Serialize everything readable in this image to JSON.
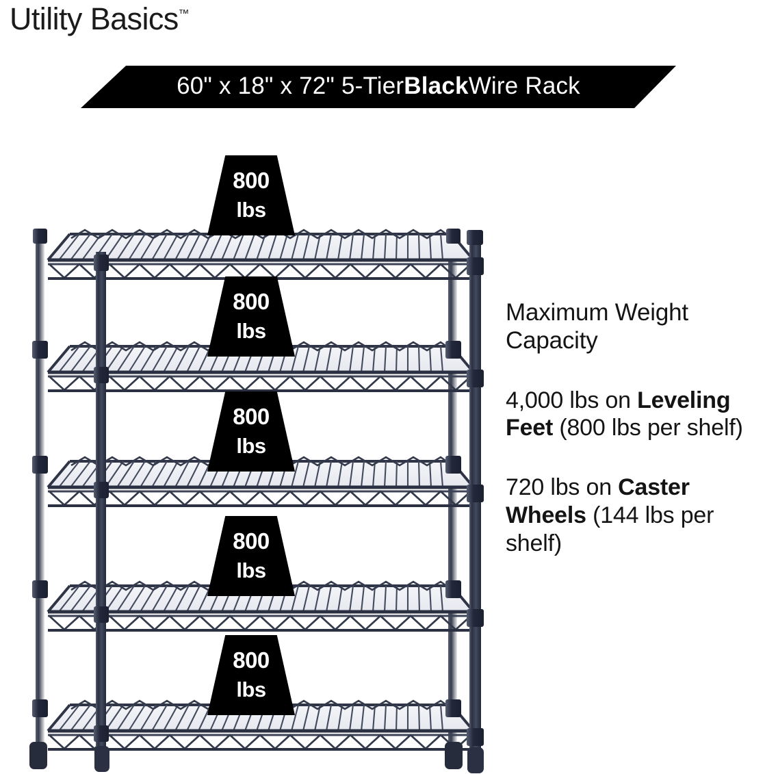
{
  "brand": {
    "name": "Utility Basics",
    "trademark": "™"
  },
  "banner": {
    "full_text": "60\" x 18\" x 72\" 5-Tier Black Wire Rack",
    "pre": "60\" x 18\" x 72\" 5-Tier ",
    "emphasis": "Black",
    "post": " Wire Rack",
    "background_color": "#000000",
    "text_color": "#ffffff"
  },
  "product": {
    "dimensions": "60\" x 18\" x 72\"",
    "tiers": "5-Tier",
    "color": "Black",
    "type": "Wire Rack",
    "rack_color_hex": "#3a4152"
  },
  "callouts": {
    "heading_line1": "Maximum Weight",
    "heading_line2": "Capacity",
    "items": [
      {
        "pre": "4,000 lbs on ",
        "emphasis": "Leveling Feet",
        "post": " (800 lbs per shelf)",
        "total": "4,000 lbs",
        "per_shelf": "800 lbs",
        "support": "Leveling Feet"
      },
      {
        "pre": "720 lbs on ",
        "emphasis": "Caster Wheels",
        "post": " (144 lbs per shelf)",
        "total": "720 lbs",
        "per_shelf": "144 lbs",
        "support": "Caster Wheels"
      }
    ]
  },
  "shelf_badges": [
    {
      "number": "800",
      "unit": "lbs",
      "shelf": 1
    },
    {
      "number": "800",
      "unit": "lbs",
      "shelf": 2
    },
    {
      "number": "800",
      "unit": "lbs",
      "shelf": 3
    },
    {
      "number": "800",
      "unit": "lbs",
      "shelf": 4
    },
    {
      "number": "800",
      "unit": "lbs",
      "shelf": 5
    }
  ]
}
